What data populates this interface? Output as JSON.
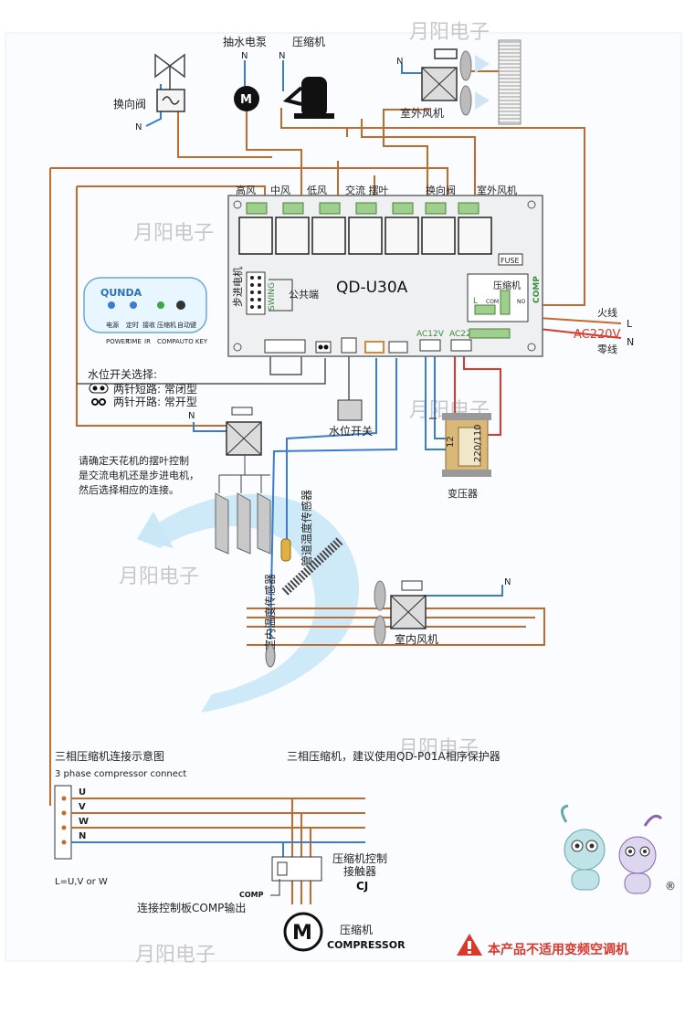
{
  "watermark": "月阳电子",
  "board": {
    "model": "QD-U30A",
    "relay_labels": [
      "高风",
      "中风",
      "低风",
      "交流 摆叶",
      "换向阀",
      "室外风机"
    ],
    "fuse": "FUSE",
    "compressor_block": "压缩机",
    "comp_tag": "COMP",
    "l_tag": "L",
    "com_tag": "COM",
    "no_tag": "NO",
    "stepper_label": "步进电机",
    "swing_label": "SWING",
    "common_label": "公共端",
    "ac12_label": "AC12V",
    "ac220_label": "AC220V"
  },
  "top_components": {
    "reversing_valve": "换向阀",
    "pump": "抽水电泵",
    "pump_symbol": "M",
    "compressor": "压缩机",
    "outdoor_fan": "室外风机",
    "n": "N"
  },
  "power": {
    "live": "火线",
    "neutral": "零线",
    "ac": "AC220V",
    "l": "L",
    "n": "N"
  },
  "remote": {
    "brand": "QUNDA",
    "labels_cn": [
      "电源",
      "定时",
      "接收",
      "压缩机",
      "自动键"
    ],
    "labels_en": [
      "POWER",
      "TIME",
      "IR",
      "COMP",
      "AUTO KEY"
    ]
  },
  "water_switch": {
    "title": "水位开关选择:",
    "short_label": "两针短路: 常闭型",
    "open_label": "两针开路: 常开型",
    "switch_label": "水位开关"
  },
  "transformer": {
    "label": "变压器",
    "secondary": "12",
    "primary": "220/110"
  },
  "swing_note": [
    "请确定天花机的摆叶控制",
    "是交流电机还是步进电机，",
    "然后选择相应的连接。"
  ],
  "sensors": {
    "room": "室内温度传感器",
    "pipe": "管道温度传感器"
  },
  "indoor_fan": "室内风机",
  "three_phase": {
    "title_cn": "三相压缩机连接示意图",
    "title_en": "3 phase compressor connect",
    "advice": "三相压缩机，建议使用QD-P01A相序保护器",
    "lines": [
      "U",
      "V",
      "W",
      "N"
    ],
    "l_note": "L=U,V or W",
    "contactor_cn": [
      "压缩机控制",
      "接触器"
    ],
    "contactor_code": "CJ",
    "comp_label": "COMP",
    "connect_label": "连接控制板COMP输出",
    "compressor_cn": "压缩机",
    "compressor_en": "COMPRESSOR",
    "motor_symbol": "M"
  },
  "warning": "本产品不适用变频空调机",
  "registered": "®"
}
